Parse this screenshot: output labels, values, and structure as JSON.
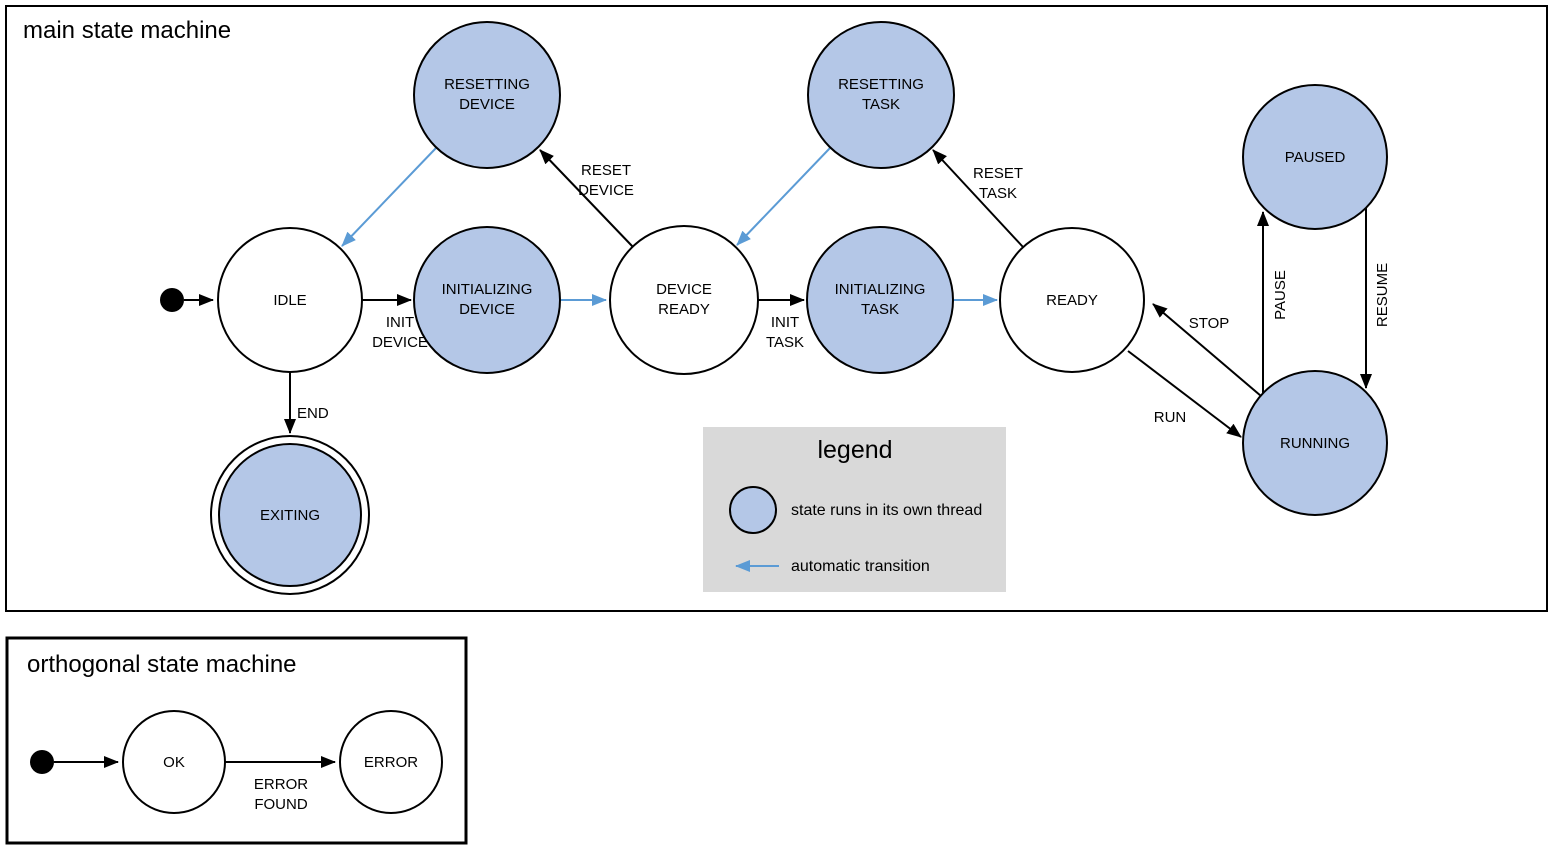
{
  "colors": {
    "state_thread_fill": "#b4c7e7",
    "state_plain_fill": "#ffffff",
    "auto_transition": "#5b9bd5",
    "legend_background": "#d9d9d9",
    "line": "#000000"
  },
  "main": {
    "title": "main state machine",
    "states": {
      "idle": {
        "label": "IDLE"
      },
      "initializing_device": {
        "lines": [
          "INITIALIZING",
          "DEVICE"
        ]
      },
      "device_ready": {
        "lines": [
          "DEVICE",
          "READY"
        ]
      },
      "initializing_task": {
        "lines": [
          "INITIALIZING",
          "TASK"
        ]
      },
      "ready": {
        "label": "READY"
      },
      "resetting_device": {
        "lines": [
          "RESETTING",
          "DEVICE"
        ]
      },
      "resetting_task": {
        "lines": [
          "RESETTING",
          "TASK"
        ]
      },
      "paused": {
        "label": "PAUSED"
      },
      "running": {
        "label": "RUNNING"
      },
      "exiting": {
        "label": "EXITING"
      }
    },
    "transitions": {
      "init_device": {
        "lines": [
          "INIT",
          "DEVICE"
        ]
      },
      "init_task": {
        "lines": [
          "INIT",
          "TASK"
        ]
      },
      "reset_device": {
        "lines": [
          "RESET",
          "DEVICE"
        ]
      },
      "reset_task": {
        "lines": [
          "RESET",
          "TASK"
        ]
      },
      "end": {
        "label": "END"
      },
      "run": {
        "label": "RUN"
      },
      "stop": {
        "label": "STOP"
      },
      "pause": {
        "label": "PAUSE"
      },
      "resume": {
        "label": "RESUME"
      }
    }
  },
  "legend": {
    "title": "legend",
    "thread_item": "state runs in its own thread",
    "auto_item": "automatic transition"
  },
  "orthogonal": {
    "title": "orthogonal state machine",
    "states": {
      "ok": {
        "label": "OK"
      },
      "error": {
        "label": "ERROR"
      }
    },
    "transitions": {
      "error_found": {
        "lines": [
          "ERROR",
          "FOUND"
        ]
      }
    }
  }
}
